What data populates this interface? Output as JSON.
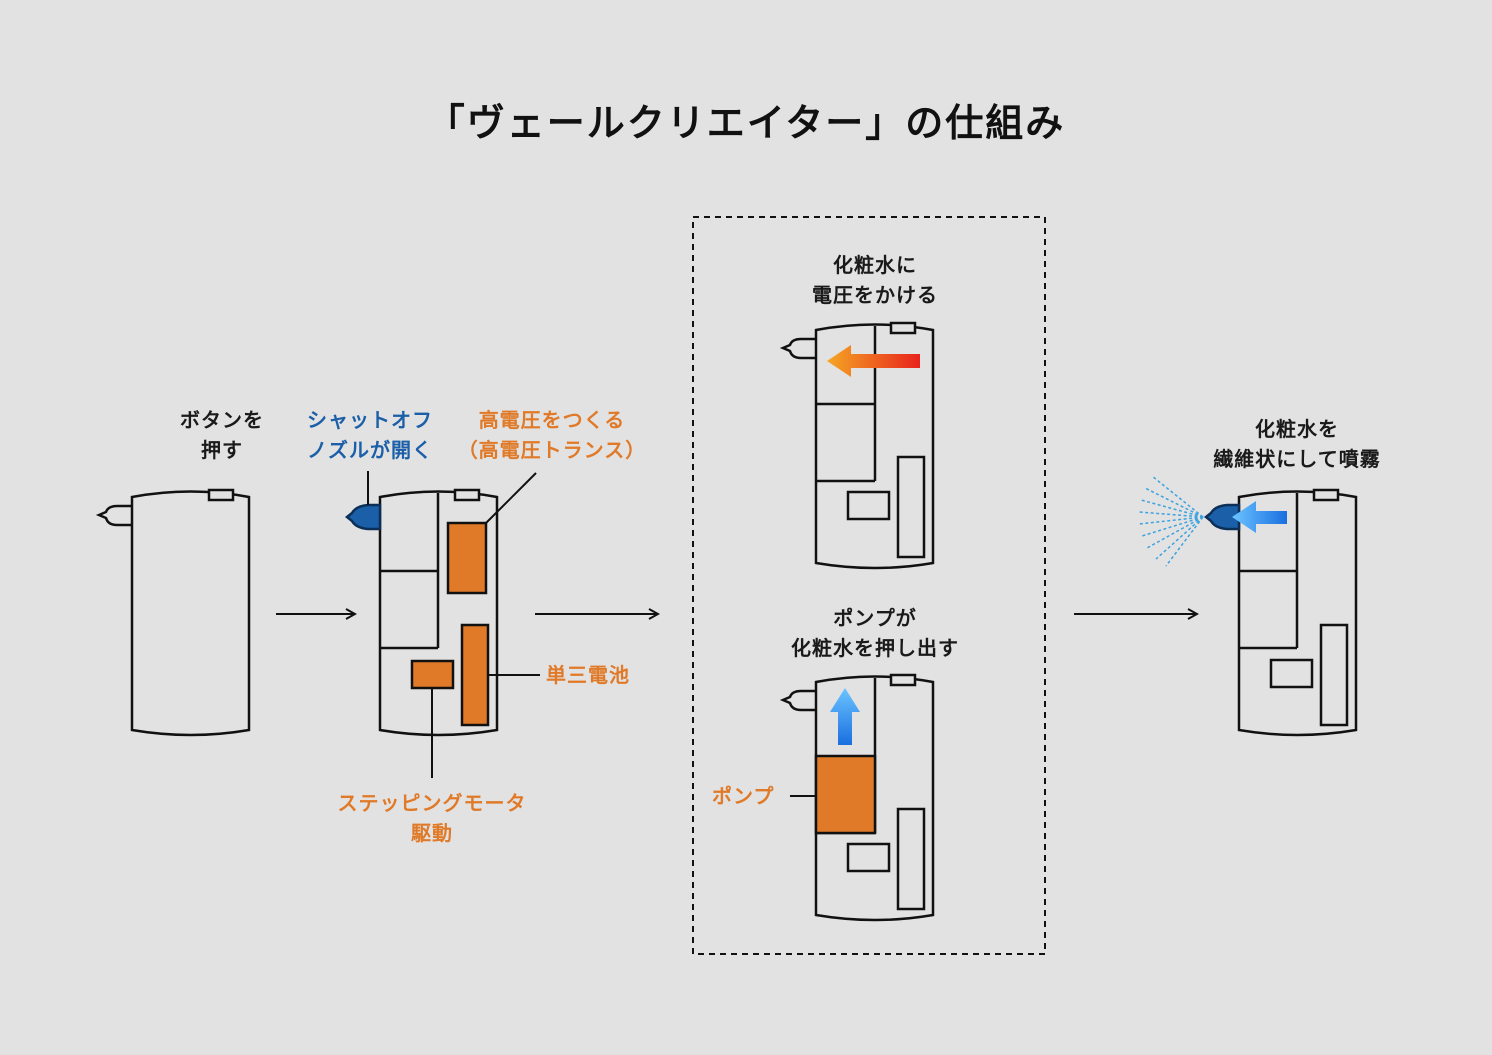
{
  "title": "「ヴェールクリエイター」の仕組み",
  "colors": {
    "background": "#e2e2e2",
    "outline": "#111111",
    "orange": "#e07a28",
    "blue": "#1b5fa8",
    "heat_arrow_start": "#f5a623",
    "heat_arrow_end": "#e8231d",
    "cool_arrow_start": "#1a6fe0",
    "cool_arrow_end": "#6cc4ff"
  },
  "labels": {
    "press_button_1": "ボタンを",
    "press_button_2": "押す",
    "shutoff_1": "シャットオフ",
    "shutoff_2": "ノズルが開く",
    "hv_1": "高電圧をつくる",
    "hv_2": "（高電圧トランス）",
    "battery": "単三電池",
    "motor_1": "ステッピングモータ",
    "motor_2": "駆動",
    "voltage_1": "化粧水に",
    "voltage_2": "電圧をかける",
    "pump_step_1": "ポンプが",
    "pump_step_2": "化粧水を押し出す",
    "pump": "ポンプ",
    "spray_1": "化粧水を",
    "spray_2": "繊維状にして噴霧"
  }
}
